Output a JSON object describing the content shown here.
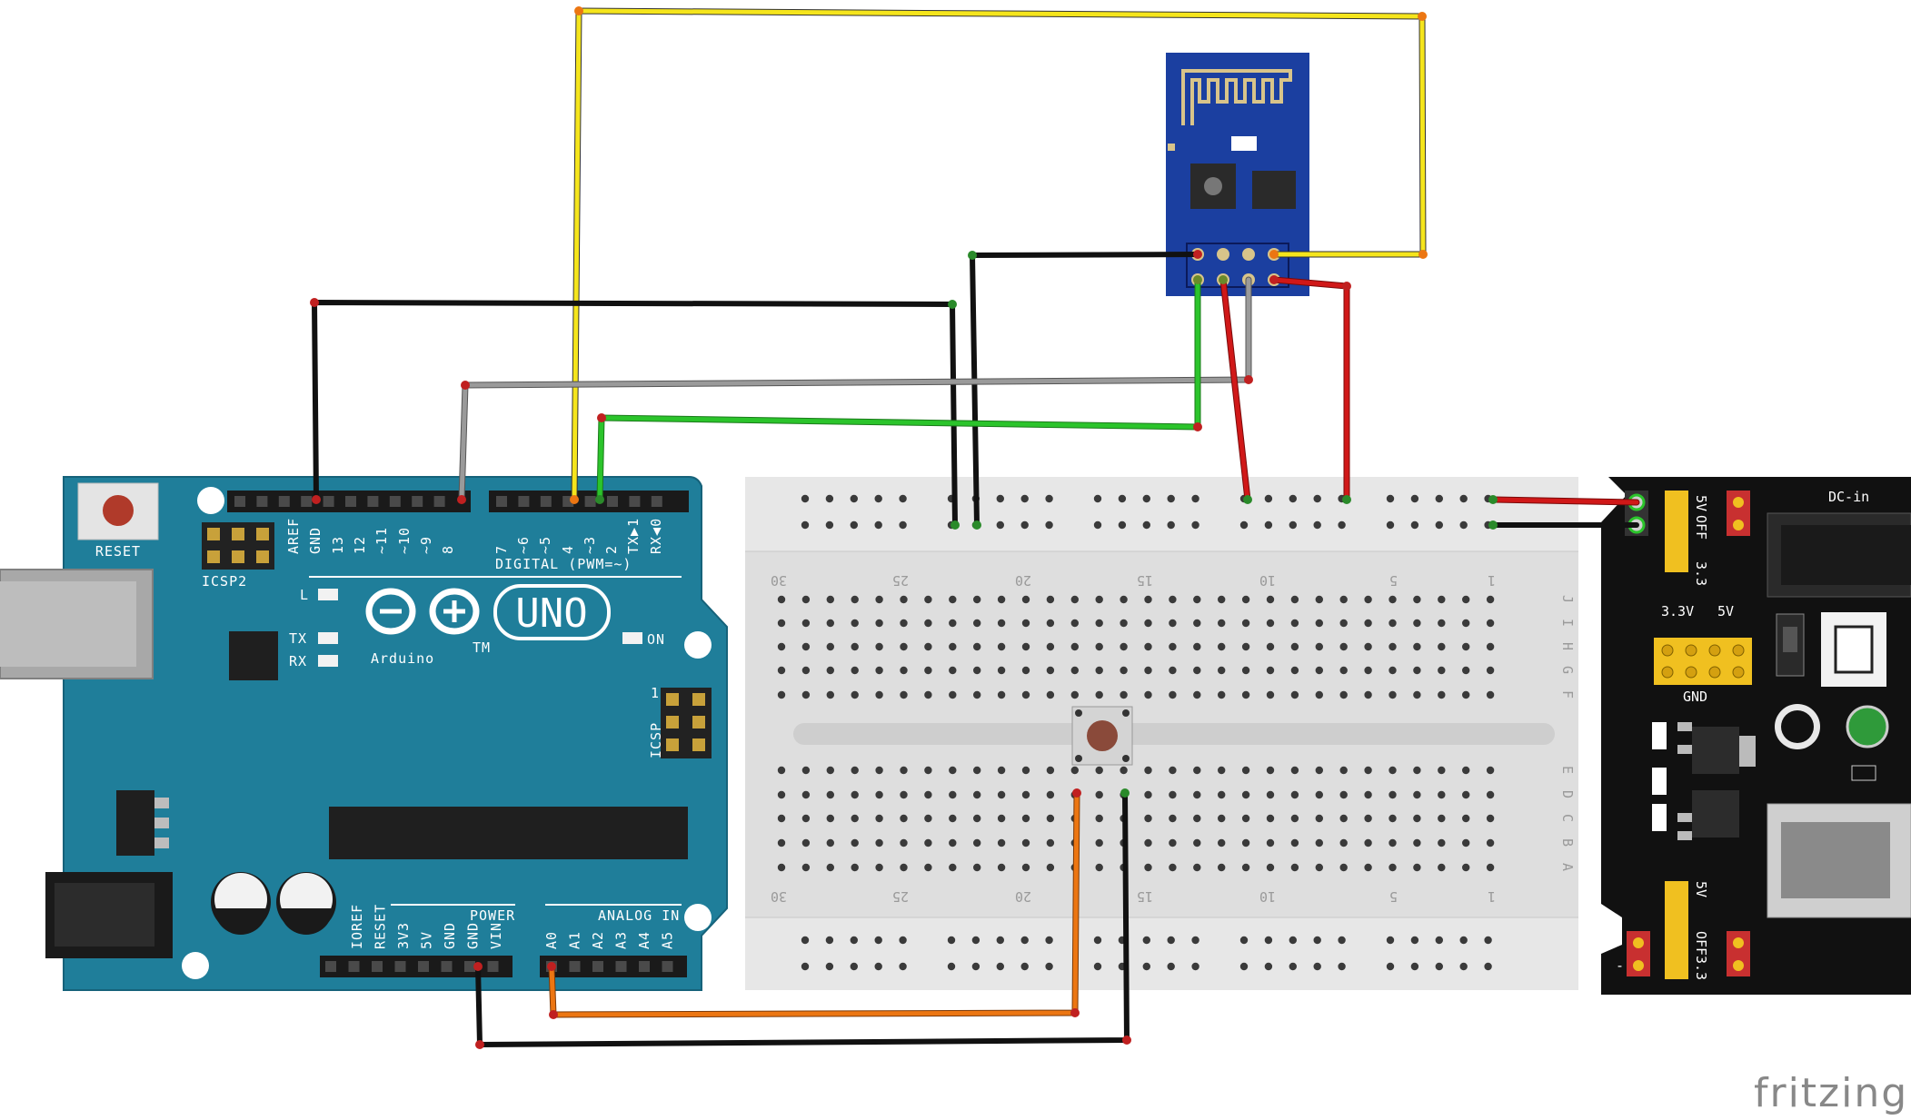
{
  "watermark": "fritzing",
  "arduino": {
    "brand": "Arduino",
    "model": "UNO",
    "trademark": "TM",
    "reset_label": "RESET",
    "icsp2_label": "ICSP2",
    "icsp_label": "ICSP",
    "icsp_pin1": "1",
    "led_l": "L",
    "led_tx": "TX",
    "led_rx": "RX",
    "led_on": "ON",
    "digital_label": "DIGITAL (PWM=~)",
    "digital_pins": [
      "AREF",
      "GND",
      "13",
      "12",
      "~11",
      "~10",
      "~9",
      "8",
      "7",
      "~6",
      "~5",
      "4",
      "~3",
      "2",
      "TX▶1",
      "RX◀0"
    ],
    "power_label": "POWER",
    "analog_label": "ANALOG IN",
    "power_pins": [
      "IOREF",
      "RESET",
      "3V3",
      "5V",
      "GND",
      "GND",
      "VIN"
    ],
    "analog_pins": [
      "A0",
      "A1",
      "A2",
      "A3",
      "A4",
      "A5"
    ]
  },
  "breadboard": {
    "column_numbers": [
      "30",
      "25",
      "20",
      "15",
      "10",
      "5",
      "1"
    ],
    "top_rows": [
      "J",
      "I",
      "H",
      "G",
      "F"
    ],
    "bottom_rows": [
      "E",
      "D",
      "C",
      "B",
      "A"
    ]
  },
  "power_module": {
    "dc_in": "DC-in",
    "jumper_top": [
      "5V",
      "OFF",
      "3.3"
    ],
    "jumper_bottom": [
      "5V",
      "OFF",
      "3.3"
    ],
    "v33": "3.3V",
    "v5": "5V",
    "gnd": "GND",
    "plus": "+",
    "minus": "-"
  },
  "colors": {
    "arduino_board": "#1f7e9a",
    "esp_board": "#1b3fa0",
    "power_board": "#111111",
    "wire_yellow": "#f5e51c",
    "wire_black": "#1a1a1a",
    "wire_gray": "#9a9a9a",
    "wire_green": "#2bc42b",
    "wire_red": "#d01818",
    "wire_orange": "#ec7612"
  }
}
